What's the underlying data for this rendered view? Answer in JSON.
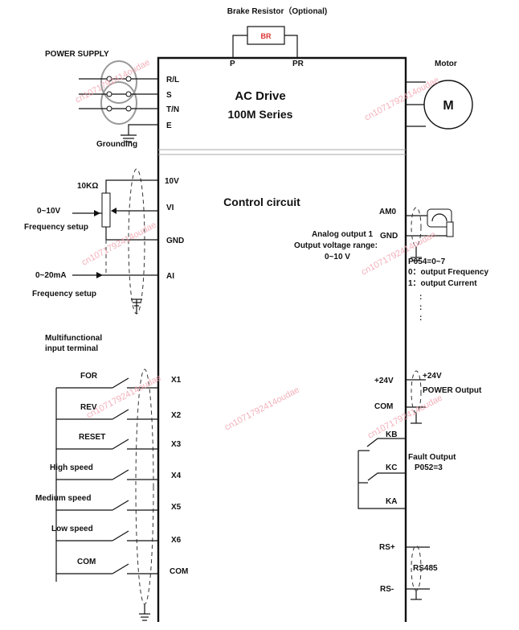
{
  "header": {
    "brake_resistor": "Brake Resistor（Optional)",
    "br_box": "BR",
    "p": "P",
    "pr": "PR"
  },
  "power": {
    "title": "POWER SUPPLY",
    "grounding": "Grounding"
  },
  "drive": {
    "title": "AC Drive",
    "series": "100M  Series",
    "control": "Control circuit"
  },
  "power_terminals": [
    "R/L",
    "S",
    "T/N",
    "E"
  ],
  "motor": {
    "label": "Motor",
    "symbol": "M"
  },
  "analog_in": {
    "resistor": "10KΩ",
    "voltage_range": "0~10V",
    "freq_setup_1": "Frequency setup",
    "current_range": "0~20mA",
    "freq_setup_2": "Frequency setup",
    "terminals": [
      "10V",
      "VI",
      "GND",
      "AI"
    ]
  },
  "analog_out": {
    "am0": "AM0",
    "gnd": "GND",
    "title": "Analog output 1",
    "range_label": "Output voltage range:",
    "range": "0~10 V",
    "param": "P054=0~7",
    "opt0": "0：output Frequency",
    "opt1": "1：output Current"
  },
  "digital_in": {
    "title_line1": "Multifunctional",
    "title_line2": "input terminal",
    "labels": [
      "FOR",
      "REV",
      "RESET",
      "High speed",
      "Medium speed",
      "Low speed",
      "COM"
    ],
    "terminals": [
      "X1",
      "X2",
      "X3",
      "X4",
      "X5",
      "X6",
      "COM"
    ]
  },
  "power_out": {
    "plus24": "+24V",
    "com": "COM",
    "ext24": "+24V",
    "label": "POWER Output"
  },
  "fault": {
    "kb": "KB",
    "kc": "KC",
    "ka": "KA",
    "label": "Fault Output",
    "param": "P052=3"
  },
  "rs485": {
    "plus": "RS+",
    "minus": "RS-",
    "label": "RS485"
  },
  "watermark": "cn1071792414oudae"
}
